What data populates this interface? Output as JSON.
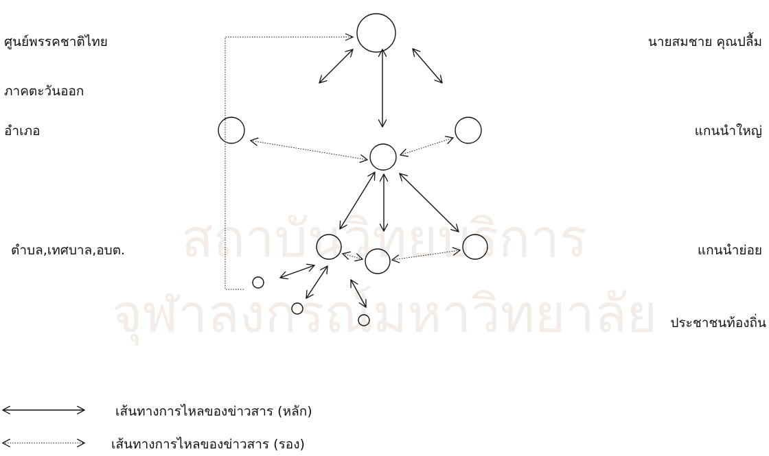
{
  "watermark": {
    "line1": "สถาบันวิทยบริการ",
    "line2": "จุฬาลงกรณ์มหาวิทยาลัย"
  },
  "left_labels": [
    "ศูนย์พรรคชาติไทย",
    "ภาคตะวันออก",
    "อำเภอ",
    "ตำบล,เทศบาล,อบต."
  ],
  "right_labels": [
    "นายสมชาย คุณปลื้ม",
    "แกนนำใหญ่",
    "แกนนำย่อย",
    "ประชาชนท้องถิ่น"
  ],
  "legend": {
    "primary": "เส้นทางการไหลของข่าวสาร (หลัก)",
    "secondary": "เส้นทางการไหลของข่าวสาร (รอง)"
  }
}
